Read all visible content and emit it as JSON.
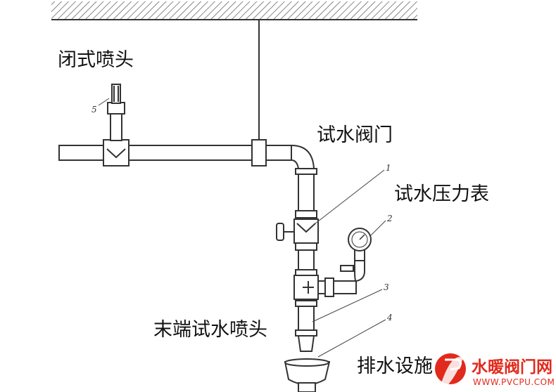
{
  "labels": {
    "closed_sprinkler": "闭式喷头",
    "test_valve": "试水阀门",
    "test_pressure_gauge": "试水压力表",
    "end_test_nozzle": "末端试水喷头",
    "drainage_facility": "排水设施"
  },
  "numbers": {
    "n1": "1",
    "n2": "2",
    "n3": "3",
    "n4": "4",
    "n5": "5"
  },
  "watermark": {
    "name": "水暖阀门网",
    "url": "WWW.PVCPU.COM",
    "color": "#e12a1c"
  },
  "colors": {
    "line": "#333333",
    "ceiling_hatch": "#555555",
    "background": "#ffffff"
  }
}
